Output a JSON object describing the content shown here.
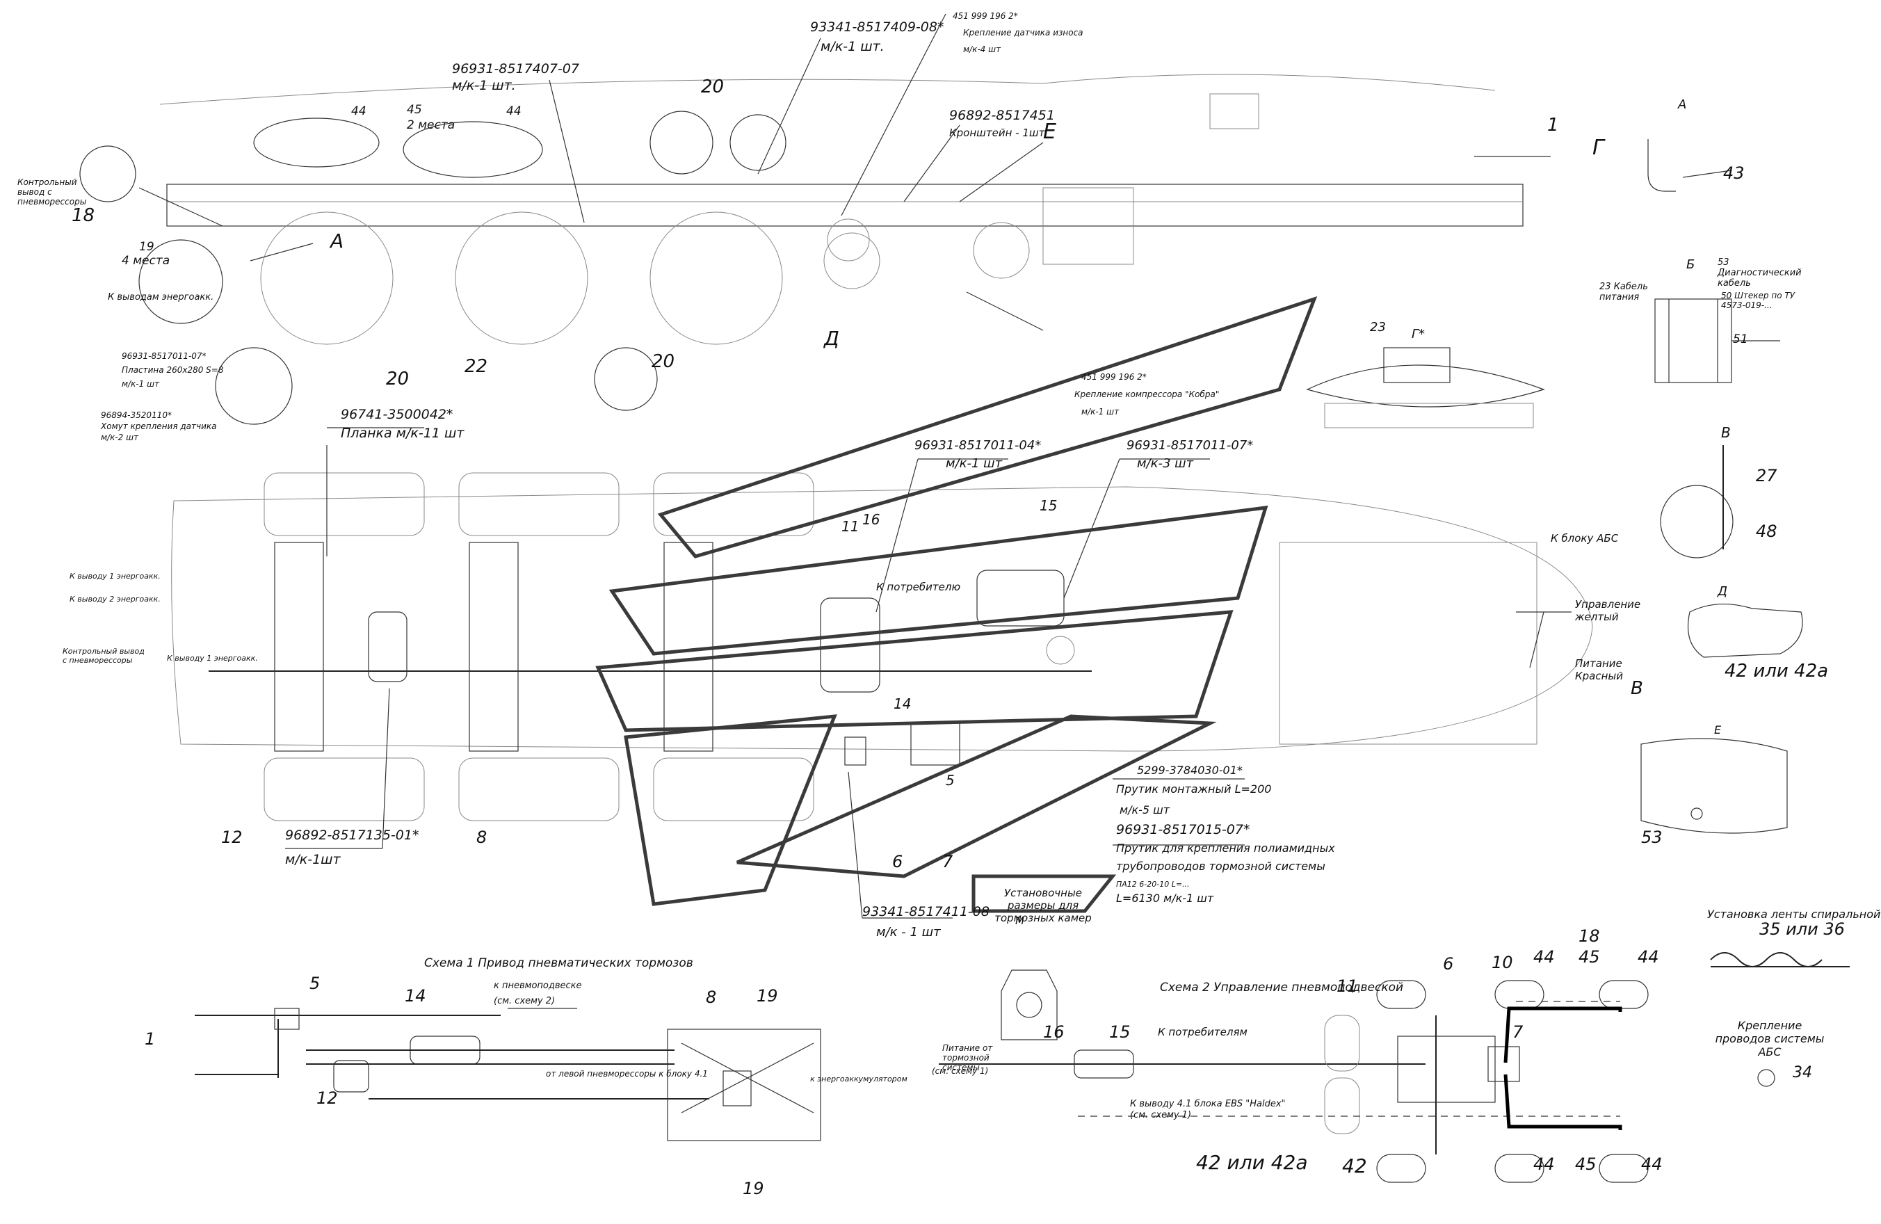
{
  "top_view": {
    "callouts": {
      "c1": "96931-8517407-07",
      "c1q": "м/к-1 шт.",
      "c2": "93341-8517409-08*",
      "c2q": "м/к-1 шт.",
      "c3": "451 999 196 2*",
      "c3a": "Крепление датчика износа",
      "c3q": "м/к-4 шт",
      "c4": "96892-8517451",
      "c4q": "Кронштейн - 1шт",
      "places2": "2 места",
      "places4": "4 места",
      "ctrl_out": "Контрольный вывод с пневморессоры",
      "to_outlet": "К выводам энергоакк.",
      "plate": "96931-8517011-07*",
      "plate_b": "Пластина 260х280 S=8",
      "plate_q": "м/к-1 шт",
      "clamp": "96894-3520110*",
      "clamp_b": "Хомут крепления датчика",
      "clamp_q": "м/к-2 шт"
    },
    "labels": {
      "n1": "1",
      "n18": "18",
      "n19": "19",
      "n20a": "20",
      "n20b": "20",
      "n20c": "20",
      "n22": "22",
      "n44a": "44",
      "n44b": "44",
      "n45": "45",
      "A": "А",
      "D": "Д",
      "E": "Е",
      "G": "Г"
    }
  },
  "details": {
    "A_title": "А",
    "n43": "43",
    "B_title": "Б",
    "b23": "23 Кабель питания",
    "b53": "53 Диагностический кабель",
    "b50": "50 Штекер по ТУ 4573-019-...",
    "n51": "51",
    "V_title": "В",
    "n27": "27",
    "n48": "48",
    "D_title": "Д",
    "n42": "42 или 42а",
    "E_title": "Е",
    "n53": "53",
    "G_title": "Г*",
    "n23": "23"
  },
  "plan_view": {
    "c5": "96741-3500042*",
    "c5q": "Планка  м/к-11 шт",
    "c6": "96931-8517011-04*",
    "c6q": "м/к-1 шт",
    "c7": "451 999 196 2*",
    "c7b": "Крепление компрессора \"Кобра\"",
    "c7q": "м/к-1 шт",
    "c8": "96931-8517011-07*",
    "c8q": "м/к-3 шт",
    "c9": "96892-8517135-01*",
    "c9q": "м/к-1шт",
    "c10": "93341-8517411-08",
    "c10q": "м/к - 1 шт",
    "c11": "5299-3784030-01*",
    "c11b": "Прутик монтажный L=200",
    "c11q": "м/к-5 шт",
    "c12": "96931-8517015-07*",
    "c12b": "Прутик для крепления полиамидных",
    "c12c": "трубопроводов тормозной системы",
    "c12d": "ПА12 6-20-10 L=...",
    "c12e": "L=6130   м/к-1 шт",
    "install": "Установочные размеры для тормозных камер",
    "M": "М",
    "to_consumer": "К потребителю",
    "to_abs": "К блоку АБС",
    "ctrl_yellow": "Управление желтый",
    "power_red": "Питание Красный",
    "V_arrow": "В",
    "left1": "К выводу 1 энергоакк.",
    "left2": "К выводу 2 энергоакк.",
    "left3": "Контрольный вывод с пневморессоры",
    "left4": "К выводу 1 энергоакк.",
    "n6": "6",
    "n7": "7",
    "n8": "8",
    "n11": "11",
    "n12": "12",
    "n14": "14",
    "n15": "15",
    "n16": "16",
    "n5": "5"
  },
  "scheme1": {
    "title": "Схема 1 Привод пневматических тормозов",
    "to_susp": "к пневмоподвеске",
    "to_susp2": "(см. схему 2)",
    "from_left": "от левой пневморессоры к блоку 4.1",
    "to_acc": "к энергоаккумулятором",
    "n1": "1",
    "n5": "5",
    "n8": "8",
    "n12": "12",
    "n14": "14",
    "n19a": "19",
    "n19b": "19"
  },
  "scheme2": {
    "title": "Схема 2 Управление пневмоподвеской",
    "supply": "Питание от тормозной системы",
    "supply2": "(см. схему 1)",
    "to_consumers": "К потребителям",
    "to_outlet": "К выводу 4.1 блока EBS \"Haldex\"",
    "to_outlet2": "(см. схему 1)",
    "n6": "6",
    "n7": "7",
    "n10": "10",
    "n11": "11",
    "n15": "15",
    "n16": "16",
    "n18": "18",
    "n42": "42",
    "n42a": "42 или 42а",
    "n44a": "44",
    "n44b": "44",
    "n44c": "44",
    "n44d": "44",
    "n45a": "45",
    "n45b": "45"
  },
  "right_bottom": {
    "spiral": "Установка ленты спиральной",
    "spiral_n": "35 или 36",
    "abs_fix": "Крепление проводов системы АБС",
    "n34": "34"
  }
}
